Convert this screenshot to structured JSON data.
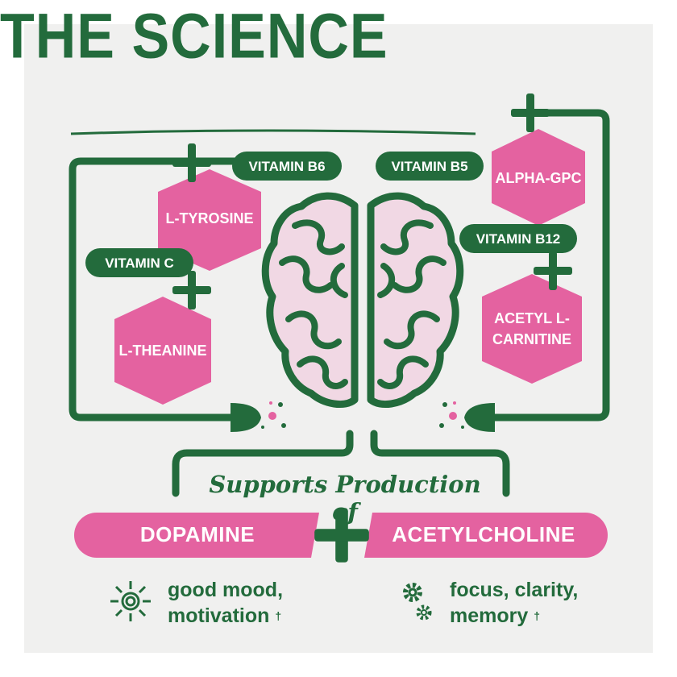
{
  "title": "THE SCIENCE",
  "vitamins": {
    "b6": "VITAMIN B6",
    "b5": "VITAMIN B5",
    "c": "VITAMIN C",
    "b12": "VITAMIN B12"
  },
  "ingredients": {
    "tyrosine": "L-TYROSINE",
    "theanine": "L-THEANINE",
    "alpha_gpc": "ALPHA-GPC",
    "acetyl_line1": "ACETYL L-",
    "acetyl_line2": "CARNITINE"
  },
  "supports": "Supports Production of",
  "outputs": {
    "left": "DOPAMINE",
    "right": "ACETYLCHOLINE"
  },
  "benefits": {
    "left_line1": "good mood,",
    "left_line2": "motivation",
    "right_line1": "focus, clarity,",
    "right_line2": "memory",
    "dagger": "†"
  },
  "icons": [
    "plus-icon",
    "brain-icon",
    "sun-icon",
    "gears-icon",
    "synapse-icon"
  ],
  "colors": {
    "green": "#236b3c",
    "pink": "#e462a0",
    "brain_fill": "#f1d8e4",
    "background": "#f0f0ef"
  }
}
